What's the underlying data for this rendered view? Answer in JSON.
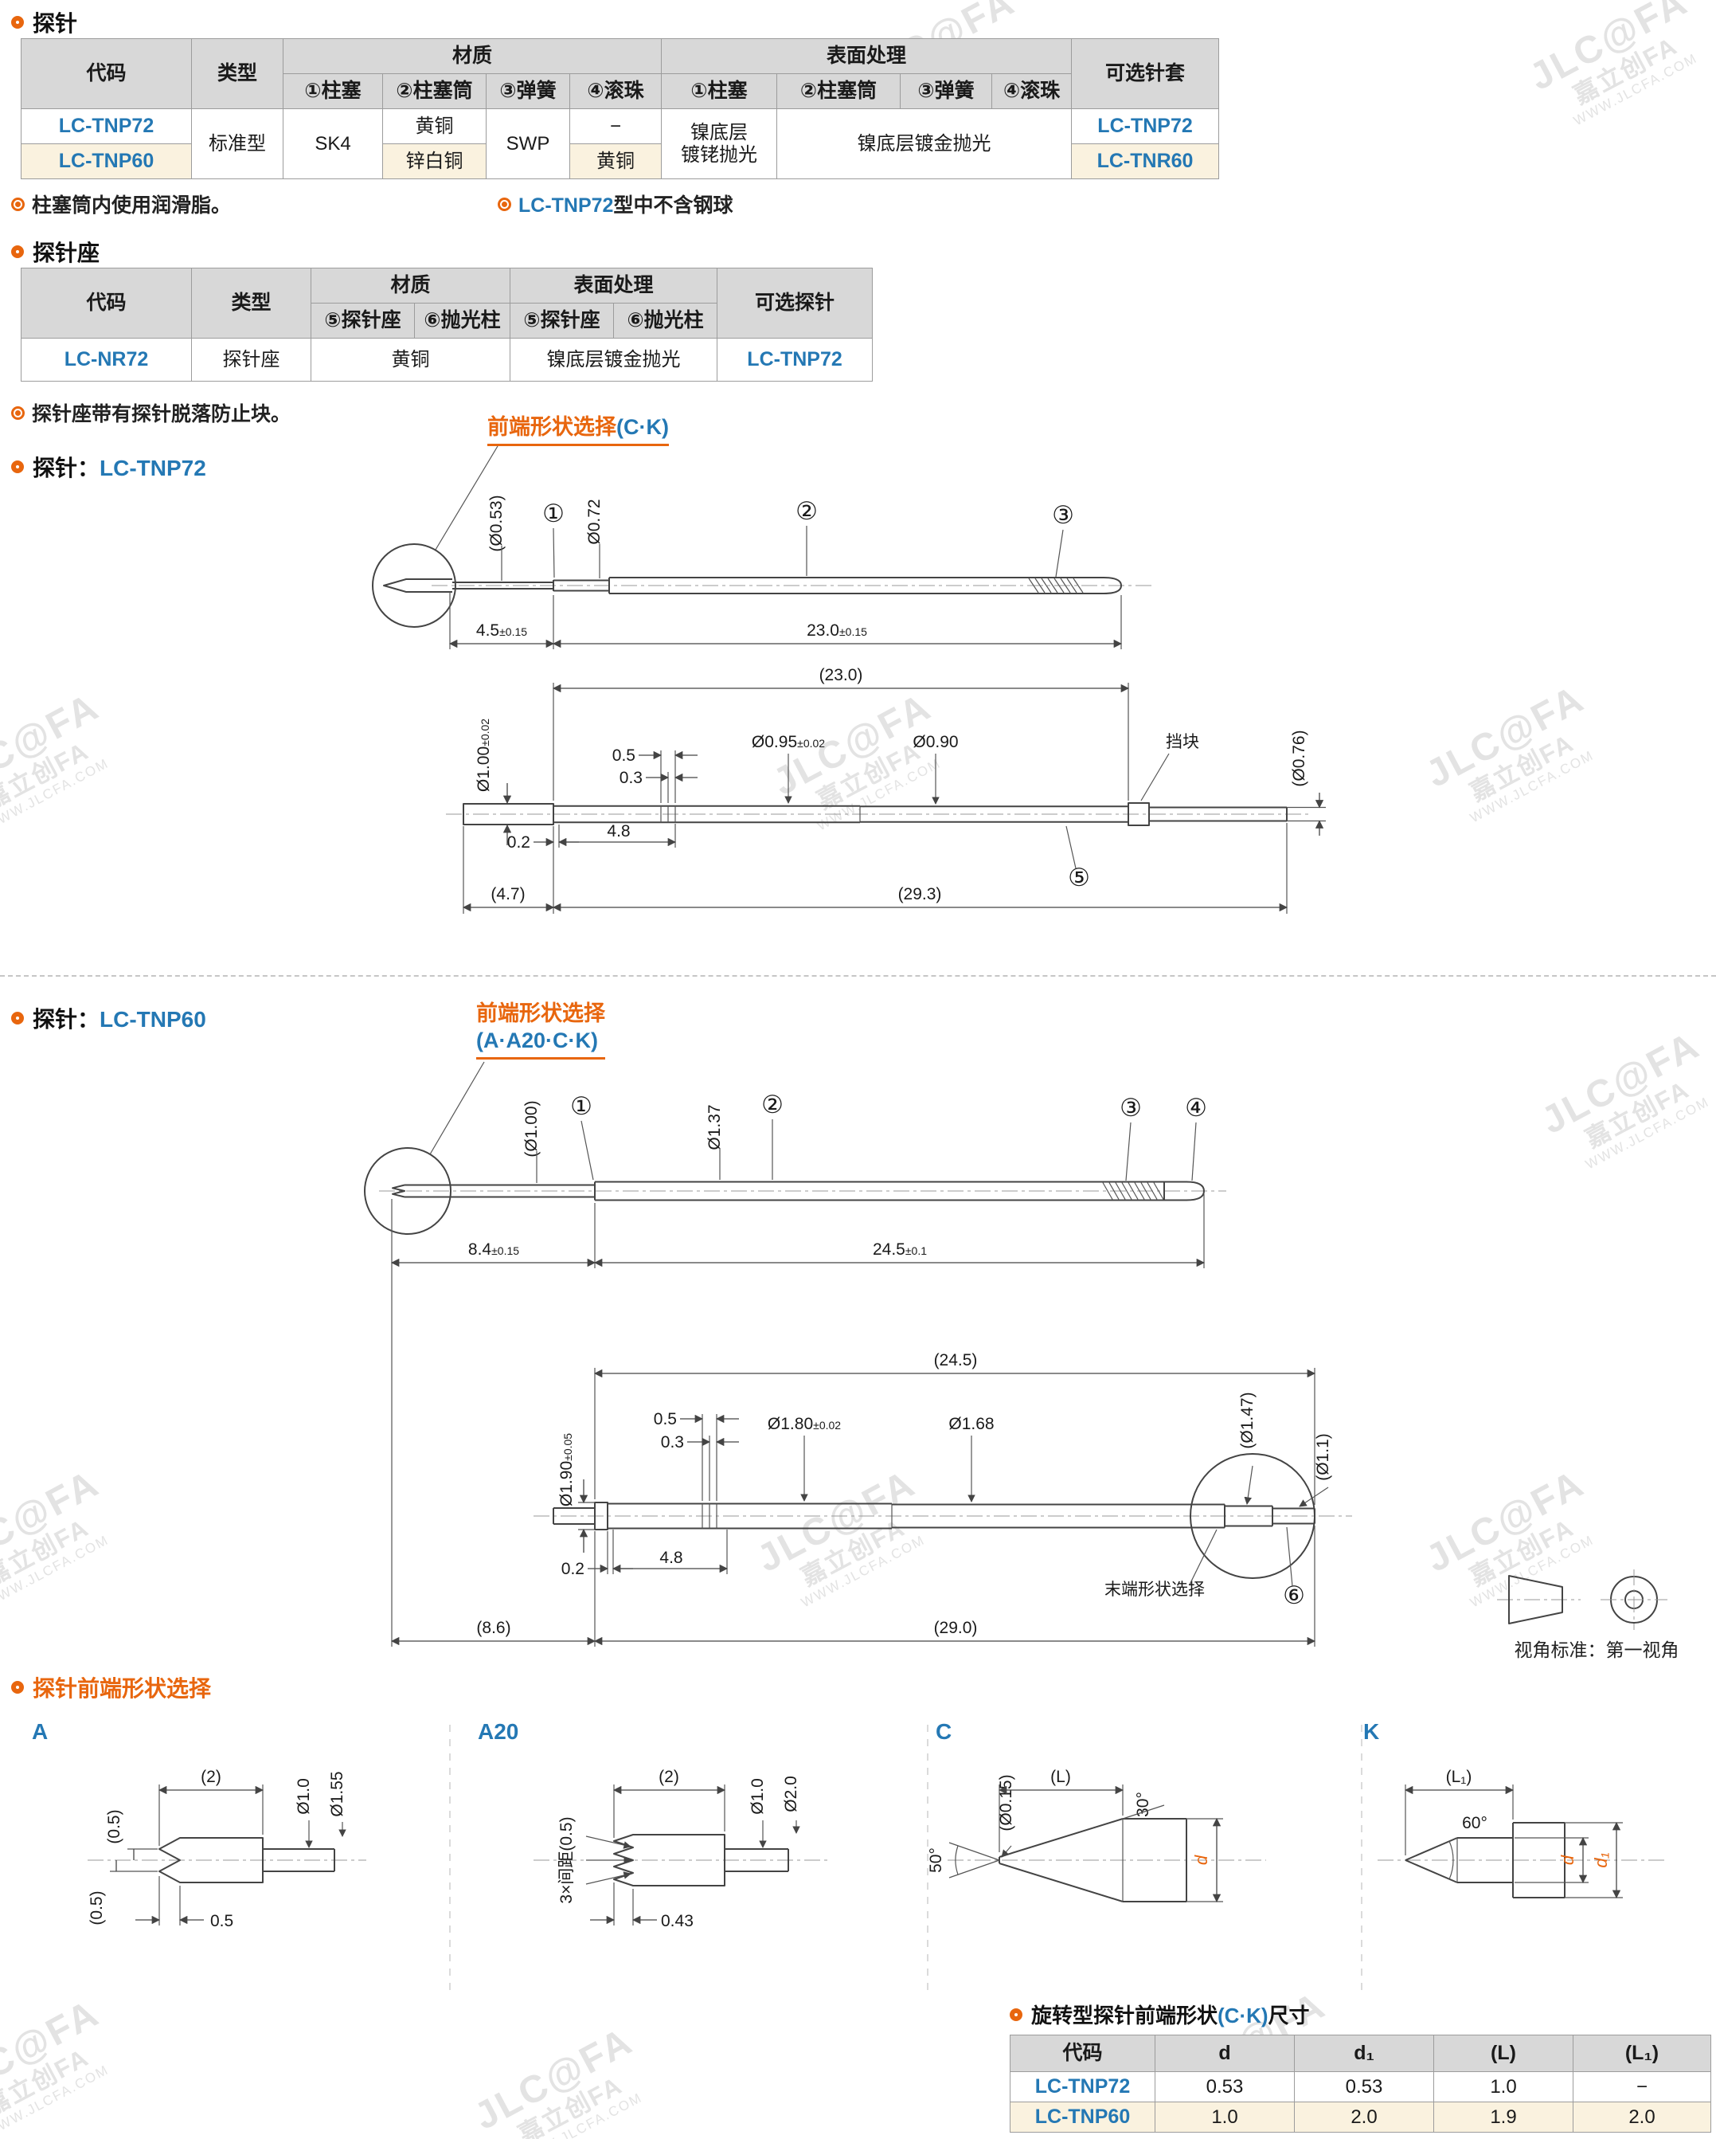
{
  "theme": {
    "accent": "#e8660e",
    "blue": "#2478b4",
    "header_bg": "#d8d8d8",
    "alt_bg": "#faf2df",
    "border": "#9c9c9c"
  },
  "watermark": {
    "l1": "JLC@FA",
    "l2": "嘉立创FA",
    "l3": "WWW.JLCFA.COM"
  },
  "probe": {
    "title": "探针",
    "cols": {
      "code": "代码",
      "type": "类型",
      "material": "材质",
      "surface": "表面处理",
      "sleeve": "可选针套",
      "p1": "①柱塞",
      "p2": "②柱塞筒",
      "p3": "③弹簧",
      "p4": "④滚珠"
    },
    "rows": {
      "code1": "LC-TNP72",
      "code2": "LC-TNP60",
      "type": "标准型",
      "mat1": "SK4",
      "mat2a": "黄铜",
      "mat2b": "锌白铜",
      "mat3": "SWP",
      "mat4a": "−",
      "mat4b": "黄铜",
      "surf1a": "镍底层",
      "surf1b": "镀铑抛光",
      "surf_rest": "镍底层镀金抛光",
      "sleeve1": "LC-TNP72",
      "sleeve2": "LC-TNR60"
    },
    "note1": "柱塞筒内使用润滑脂。",
    "note2_code": "LC-TNP72",
    "note2_rest": "型中不含钢球"
  },
  "holder": {
    "title": "探针座",
    "cols": {
      "code": "代码",
      "type": "类型",
      "material": "材质",
      "surface": "表面处理",
      "probe": "可选探针",
      "s5": "⑤探针座",
      "s6": "⑥抛光柱"
    },
    "row": {
      "code": "LC-NR72",
      "type": "探针座",
      "material": "黄铜",
      "surface": "镍底层镀金抛光",
      "probe": "LC-TNP72"
    },
    "note": "探针座带有探针脱落防止块。"
  },
  "tnp72": {
    "label": "探针：",
    "code": "LC-TNP72",
    "tip_label": "前端形状选择",
    "tip_opts": "(C·K)",
    "top": {
      "dia_tip": "(Ø0.53)",
      "dia_mid": "Ø0.72",
      "n1": "①",
      "n2": "②",
      "n3": "③",
      "len1": "4.5",
      "len1t": "±0.15",
      "len2": "23.0",
      "len2t": "±0.15"
    },
    "bot": {
      "total": "(23.0)",
      "g1": "0.5",
      "g2": "0.3",
      "dia1": "Ø0.95",
      "dia1t": "±0.02",
      "dia2": "Ø0.90",
      "stopper": "挡块",
      "dia3": "(Ø0.76)",
      "dia4": "Ø1.00",
      "dia4t": "±0.02",
      "s1": "0.2",
      "s2": "4.8",
      "n5": "⑤",
      "b1": "(4.7)",
      "b2": "(29.3)"
    }
  },
  "tnp60": {
    "label": "探针：",
    "code": "LC-TNP60",
    "tip_label": "前端形状选择",
    "tip_opts": "(A·A20·C·K)",
    "top": {
      "dia_tip": "(Ø1.00)",
      "dia_mid": "Ø1.37",
      "n1": "①",
      "n2": "②",
      "n3": "③",
      "n4": "④",
      "len1": "8.4",
      "len1t": "±0.15",
      "len2": "24.5",
      "len2t": "±0.1"
    },
    "bot": {
      "total": "(24.5)",
      "g1": "0.5",
      "g2": "0.3",
      "dia1": "Ø1.80",
      "dia1t": "±0.02",
      "dia2": "Ø1.68",
      "dia3": "(Ø1.47)",
      "dia4": "(Ø1.1)",
      "dia5": "Ø1.90",
      "dia5t": "±0.05",
      "s1": "0.2",
      "s2": "4.8",
      "end_label": "末端形状选择",
      "n6": "⑥",
      "b1": "(8.6)",
      "b2": "(29.0)"
    }
  },
  "projection": {
    "caption": "视角标准：第一视角"
  },
  "tips": {
    "title": "探针前端形状选择",
    "a": {
      "name": "A",
      "top": "(2)",
      "dia1": "Ø1.0",
      "dia2": "Ø1.55",
      "off1": "(0.5)",
      "off2": "(0.5)",
      "len": "0.5"
    },
    "a20": {
      "name": "A20",
      "top": "(2)",
      "dia1": "Ø1.0",
      "dia2": "Ø2.0",
      "pitch": "3×间距(0.5)",
      "len": "0.43"
    },
    "c": {
      "name": "C",
      "angle1": "50°",
      "dia": "(Ø0.15)",
      "len": "(L)",
      "angle2": "30°",
      "d": "d"
    },
    "k": {
      "name": "K",
      "len": "(L₁)",
      "angle": "60°",
      "d": "d",
      "d1": "d₁"
    }
  },
  "dim_table": {
    "title1": "旋转型探针前端形状",
    "title2": "(C·K)",
    "title3": "尺寸",
    "headers": [
      "代码",
      "d",
      "d₁",
      "(L)",
      "(L₁)"
    ],
    "rows": [
      [
        "LC-TNP72",
        "0.53",
        "0.53",
        "1.0",
        "−"
      ],
      [
        "LC-TNP60",
        "1.0",
        "2.0",
        "1.9",
        "2.0"
      ]
    ]
  }
}
